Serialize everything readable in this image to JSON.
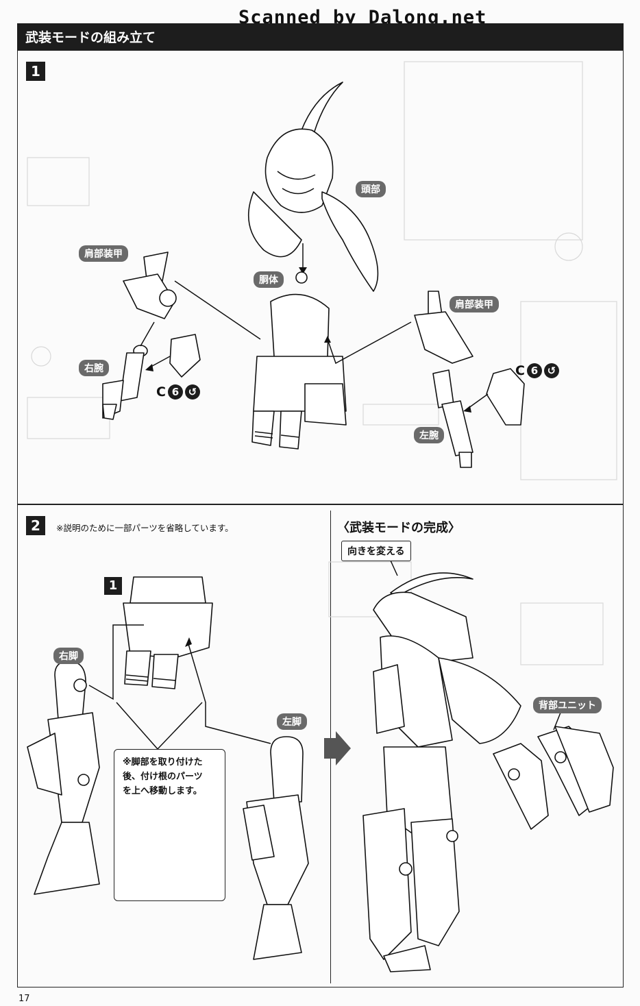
{
  "watermark": "Scanned by Dalong.net",
  "header": {
    "title": "武装モードの組み立て"
  },
  "step1": {
    "number": "1",
    "labels": {
      "head": "頭部",
      "shoulder_armor_right": "肩部装甲",
      "torso": "胴体",
      "shoulder_armor_left": "肩部装甲",
      "right_arm": "右腕",
      "left_arm": "左腕"
    },
    "part_code_right": {
      "letter": "C",
      "number": "6"
    },
    "part_code_left": {
      "letter": "C",
      "number": "6"
    }
  },
  "step2": {
    "number": "2",
    "note": "※説明のために一部パーツを省略しています。",
    "sub_ref": "1",
    "labels": {
      "right_leg": "右脚",
      "left_leg": "左脚"
    },
    "note_box": {
      "line1": "※脚部を取り付けた",
      "line2": "後、付け根のパーツ",
      "line3": "を上へ移動します。"
    }
  },
  "completion": {
    "title": "〈武装モードの完成〉",
    "turn_label": "向きを変える",
    "back_unit": "背部ユニット"
  },
  "page_number": "17",
  "colors": {
    "header_bg": "#1d1d1d",
    "label_bg": "#6a6a6a"
  }
}
